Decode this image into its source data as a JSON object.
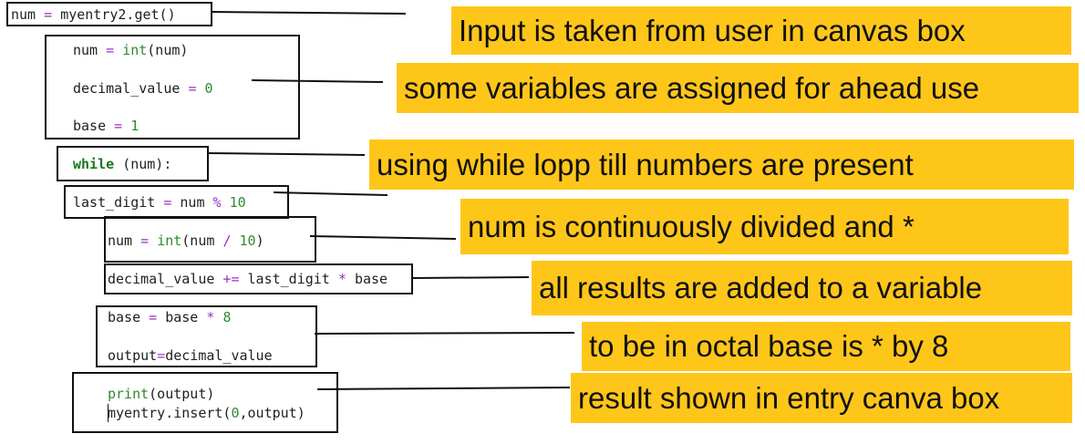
{
  "code": {
    "line1": {
      "a": "num",
      "op": "=",
      "b": "myentry2.get()"
    },
    "line2": {
      "a": "num",
      "op": "=",
      "fn": "int",
      "b": "(num)"
    },
    "line3": {
      "a": "decimal_value",
      "op": "=",
      "num": "0"
    },
    "line4": {
      "a": "base",
      "op": "=",
      "num": "1"
    },
    "line5": {
      "kw": "while",
      "b": "(num):"
    },
    "line6": {
      "a": "last_digit",
      "op1": "=",
      "b": "num",
      "op2": "%",
      "num": "10"
    },
    "line7": {
      "a": "num",
      "op1": "=",
      "fn": "int",
      "b": "(num",
      "op2": "/",
      "num": "10",
      "c": ")"
    },
    "line8": {
      "a": "decimal_value",
      "op1": "+=",
      "b": "last_digit",
      "op2": "*",
      "c": "base"
    },
    "line9": {
      "a": "base",
      "op1": "=",
      "b": "base",
      "op2": "*",
      "num": "8"
    },
    "line10": {
      "a": "output",
      "op": "=",
      "b": "decimal_value"
    },
    "line11": {
      "fn": "print",
      "b": "(output)"
    },
    "line12": {
      "a": "myentry.insert(",
      "num": "0",
      "b": ",output)"
    }
  },
  "callouts": [
    "Input is taken from user in canvas box",
    "some variables are assigned for ahead use",
    "using while lopp till numbers are present",
    "num is continuously divided and *",
    "all results are added to a variable",
    "to be in octal base is * by 8",
    "result shown in entry canva box"
  ],
  "colors": {
    "callout_bg": "#ffc61a",
    "operator": "#9b2fbf",
    "number": "#2e8b2e",
    "keyword": "#1a7a1a"
  }
}
